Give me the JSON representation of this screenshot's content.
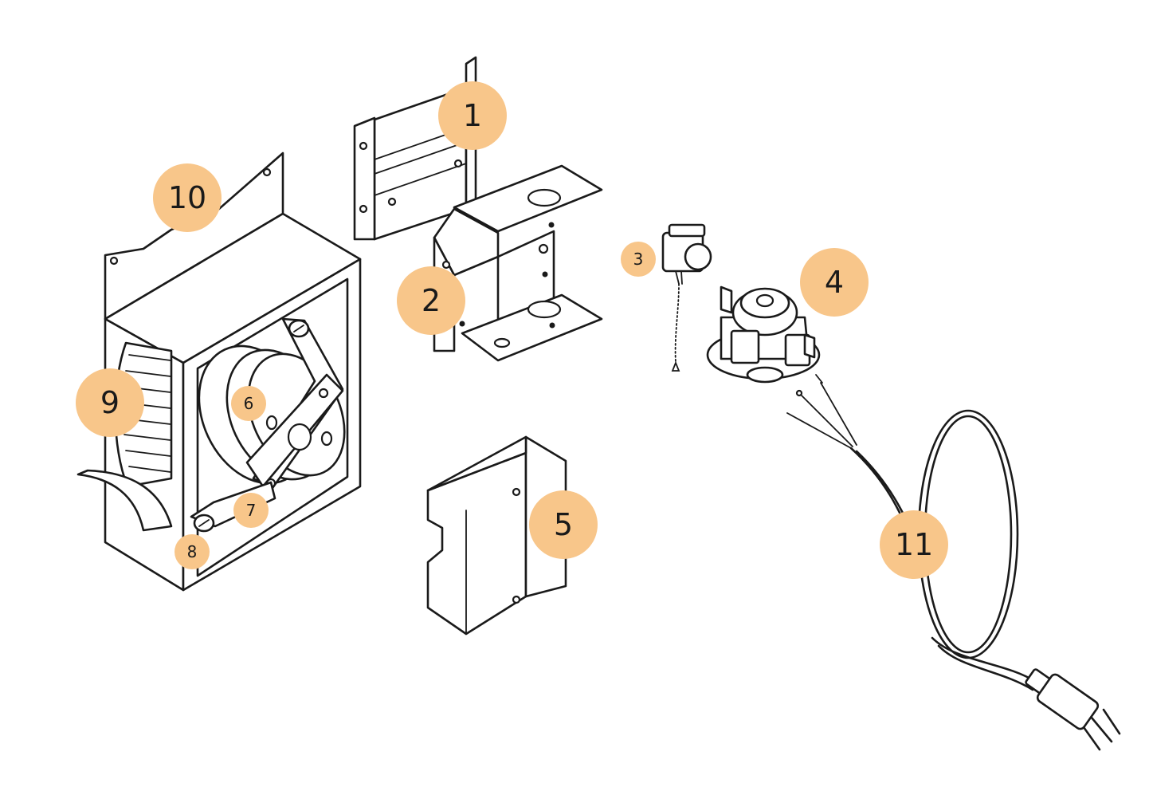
{
  "diagram": {
    "callout_color": "#f8c68a",
    "callouts": [
      {
        "label": "1"
      },
      {
        "label": "2"
      },
      {
        "label": "3"
      },
      {
        "label": "4"
      },
      {
        "label": "5"
      },
      {
        "label": "6"
      },
      {
        "label": "7"
      },
      {
        "label": "8"
      },
      {
        "label": "9"
      },
      {
        "label": "10"
      },
      {
        "label": "11"
      }
    ]
  }
}
